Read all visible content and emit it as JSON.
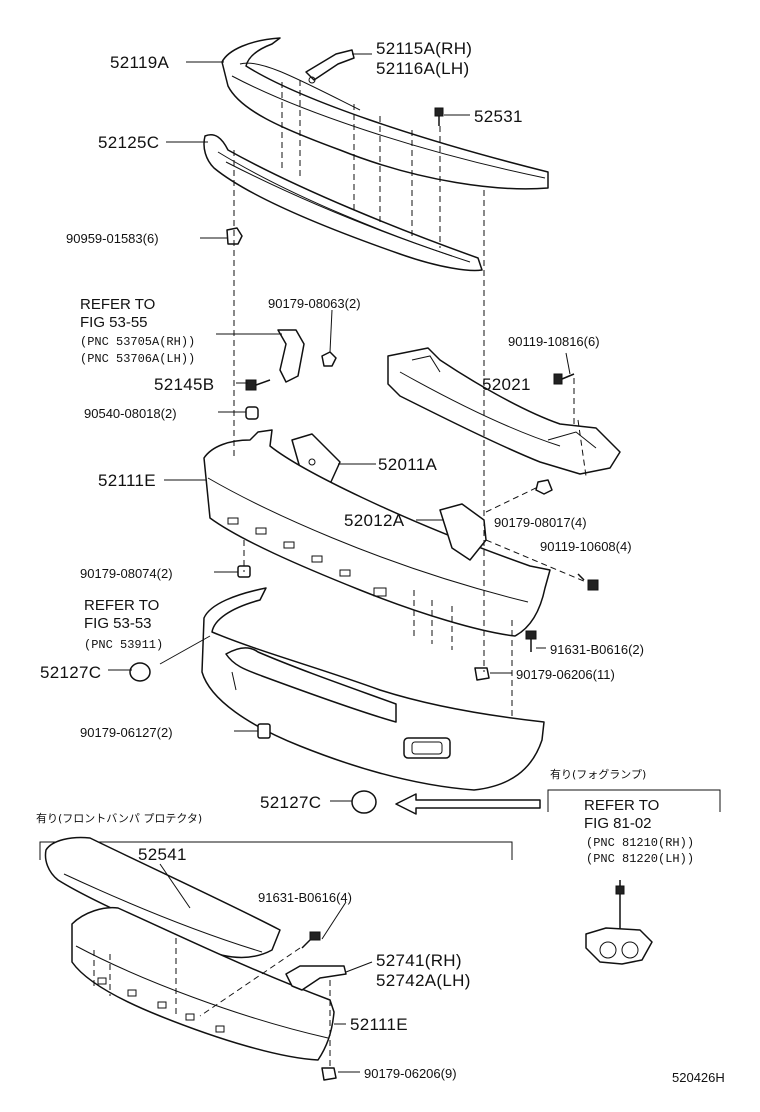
{
  "labels": {
    "p52119A": "52119A",
    "p52115A": "52115A(RH)",
    "p52116A": "52116A(LH)",
    "p52531": "52531",
    "p52125C": "52125C",
    "p90959": "90959-01583(6)",
    "refer1_a": "REFER TO",
    "refer1_b": "FIG 53-55",
    "refer1_c": "(PNC 53705A(RH))",
    "refer1_d": "(PNC 53706A(LH))",
    "p90179_08063": "90179-08063(2)",
    "p52145B": "52145B",
    "p90540": "90540-08018(2)",
    "p52111E_top": "52111E",
    "p52011A": "52011A",
    "p90119_10816": "90119-10816(6)",
    "p52021": "52021",
    "p52012A": "52012A",
    "p90179_08017": "90179-08017(4)",
    "p90119_10608": "90119-10608(4)",
    "p90179_08074": "90179-08074(2)",
    "refer2_a": "REFER TO",
    "refer2_b": "FIG 53-53",
    "refer2_c": "(PNC 53911)",
    "p52127C_a": "52127C",
    "p91631_b0616_2": "91631-B0616(2)",
    "p90179_06206_11": "90179-06206(11)",
    "p90179_06127": "90179-06127(2)",
    "note_foglamp": "有り(フォグランプ)",
    "p52127C_b": "52127C",
    "refer3_a": "REFER TO",
    "refer3_b": "FIG 81-02",
    "refer3_c": "(PNC 81210(RH))",
    "refer3_d": "(PNC 81220(LH))",
    "note_protector": "有り(フロントバンパ プロテクタ)",
    "p52541": "52541",
    "p91631_b0616_4": "91631-B0616(4)",
    "p52741": "52741(RH)",
    "p52742A": "52742A(LH)",
    "p52111E_bottom": "52111E",
    "p90179_06206_9": "90179-06206(9)",
    "figure_code": "520426H"
  }
}
